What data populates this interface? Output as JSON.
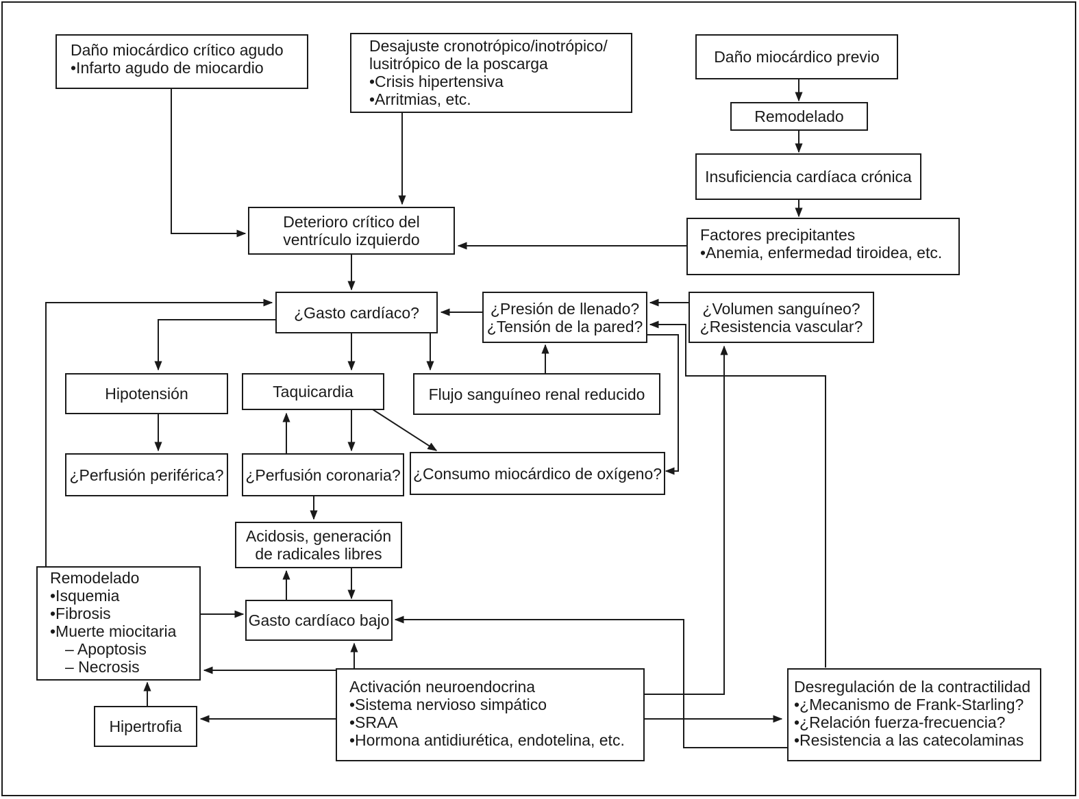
{
  "diagram": {
    "nodes": {
      "dano_agudo": {
        "lines": [
          "Daño miocárdico crítico agudo",
          "•Infarto agudo de miocardio"
        ]
      },
      "desajuste": {
        "lines": [
          "Desajuste cronotrópico/inotrópico/",
          "lusitrópico de la poscarga",
          "•Crisis hipertensiva",
          "•Arritmias, etc."
        ]
      },
      "dano_previo": {
        "lines": [
          "Daño miocárdico previo"
        ]
      },
      "remodelado_top": {
        "lines": [
          "Remodelado"
        ]
      },
      "ic_cronica": {
        "lines": [
          "Insuficiencia cardíaca crónica"
        ]
      },
      "factores": {
        "lines": [
          "Factores precipitantes",
          "•Anemia, enfermedad tiroidea, etc."
        ]
      },
      "deterioro": {
        "lines": [
          "Deterioro crítico del",
          "ventrículo izquierdo"
        ]
      },
      "gasto": {
        "lines": [
          "¿Gasto cardíaco?"
        ]
      },
      "presion": {
        "lines": [
          "¿Presión de llenado?",
          "¿Tensión de la pared?"
        ]
      },
      "volumen": {
        "lines": [
          "¿Volumen sanguíneo?",
          "¿Resistencia vascular?"
        ]
      },
      "hipotension": {
        "lines": [
          "Hipotensión"
        ]
      },
      "taquicardia": {
        "lines": [
          "Taquicardia"
        ]
      },
      "flujo_renal": {
        "lines": [
          "Flujo sanguíneo renal reducido"
        ]
      },
      "perf_periferica": {
        "lines": [
          "¿Perfusión periférica?"
        ]
      },
      "perf_coronaria": {
        "lines": [
          "¿Perfusión coronaria?"
        ]
      },
      "consumo": {
        "lines": [
          "¿Consumo miocárdico de oxígeno?"
        ]
      },
      "acidosis": {
        "lines": [
          "Acidosis, generación",
          "de radicales libres"
        ]
      },
      "remodelado_bottom": {
        "lines": [
          "Remodelado",
          "•Isquemia",
          "•Fibrosis",
          "•Muerte miocitaria",
          "– Apoptosis",
          "– Necrosis"
        ]
      },
      "gasto_bajo": {
        "lines": [
          "Gasto cardíaco bajo"
        ]
      },
      "hipertrofia": {
        "lines": [
          "Hipertrofia"
        ]
      },
      "activacion": {
        "lines": [
          "Activación neuroendocrina",
          "•Sistema nervioso simpático",
          "•SRAA",
          "•Hormona antidiurética, endotelina, etc."
        ]
      },
      "desregulacion": {
        "lines": [
          "Desregulación de la contractilidad",
          "•¿Mecanismo de Frank-Starling?",
          "•¿Relación fuerza-frecuencia?",
          "•Resistencia a las catecolaminas"
        ]
      }
    }
  }
}
